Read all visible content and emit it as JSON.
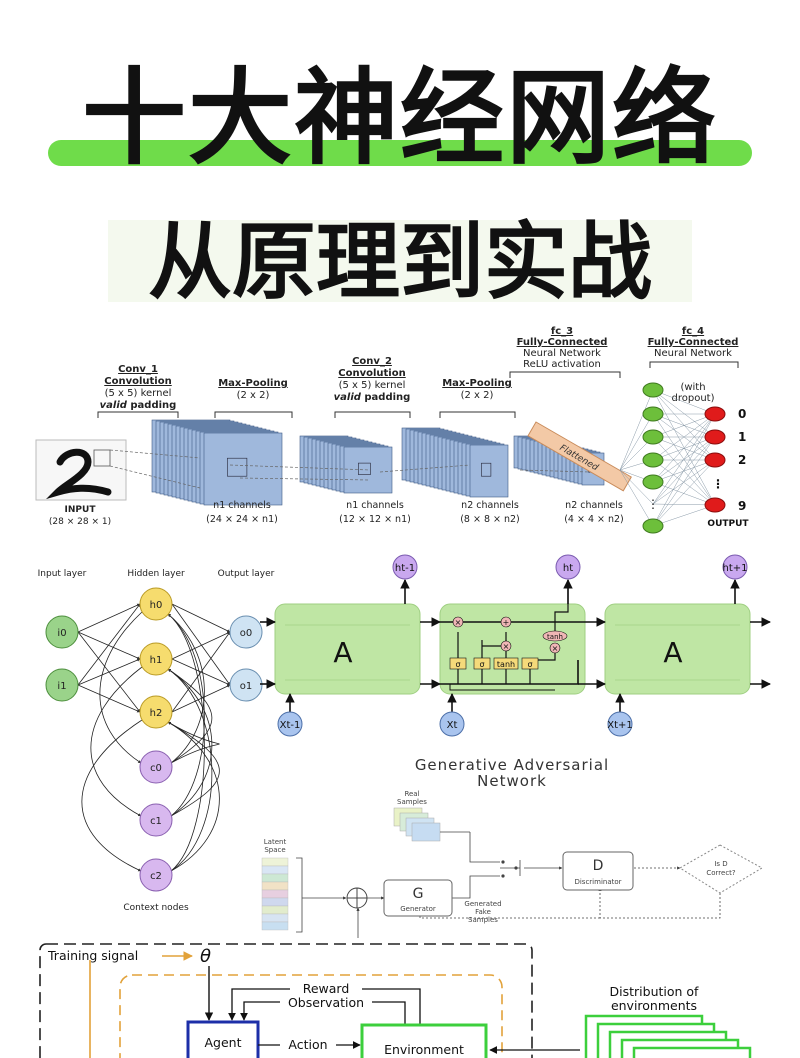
{
  "header": {
    "title_main": "十大神经网络",
    "title_sub": "从原理到实战"
  },
  "cnn": {
    "conv1": {
      "name": "Conv_1",
      "type": "Convolution",
      "kernel": "(5 x 5) kernel",
      "pad_word": "valid",
      "pad_rest": " padding"
    },
    "pool1": {
      "name": "Max-Pooling",
      "size": "(2 x 2)"
    },
    "conv2": {
      "name": "Conv_2",
      "type": "Convolution",
      "kernel": "(5 x 5) kernel",
      "pad_word": "valid",
      "pad_rest": " padding"
    },
    "pool2": {
      "name": "Max-Pooling",
      "size": "(2 x 2)"
    },
    "fc3": {
      "name": "fc_3",
      "type": "Fully-Connected",
      "line1": "Neural Network",
      "line2": "ReLU activation"
    },
    "fc4": {
      "name": "fc_4",
      "type": "Fully-Connected",
      "line1": "Neural Network",
      "dropout1": "(with",
      "dropout2": "dropout)"
    },
    "input_label": "INPUT",
    "input_dim": "(28 × 28 × 1)",
    "layers": [
      {
        "channels": "n1 channels",
        "dim": "(24 × 24 × n1)"
      },
      {
        "channels": "n1 channels",
        "dim": "(12 × 12 × n1)"
      },
      {
        "channels": "n2 channels",
        "dim": "(8 × 8 × n2)"
      },
      {
        "channels": "n2 channels",
        "dim": "(4 × 4 × n2)"
      }
    ],
    "flattened": "Flattened",
    "outputs": [
      "0",
      "1",
      "2",
      "⋮",
      "9"
    ],
    "output_label": "OUTPUT",
    "colors": {
      "block": "#9fb8dc",
      "node_green": "#6dbf3b",
      "node_red": "#e01b1b"
    }
  },
  "rnn": {
    "input_layer": "Input layer",
    "hidden_layer": "Hidden layer",
    "output_layer": "Output layer",
    "inputs": [
      "i0",
      "i1"
    ],
    "hidden": [
      "h0",
      "h1",
      "h2"
    ],
    "outputs": [
      "o0",
      "o1"
    ],
    "context": [
      "c0",
      "c1",
      "c2"
    ],
    "context_label": "Context nodes"
  },
  "lstm": {
    "cell_label": "A",
    "outputs": [
      "ht-1",
      "ht",
      "ht+1"
    ],
    "inputs": [
      "Xt-1",
      "Xt",
      "Xt+1"
    ],
    "gates": [
      "σ",
      "σ",
      "tanh",
      "σ"
    ],
    "ops": [
      "×",
      "+",
      "×",
      "×"
    ],
    "tanh_label": "tanh",
    "colors": {
      "cell": "#bfe6a4",
      "gate": "#f5da7a",
      "node": "#c9a8ef"
    }
  },
  "gan": {
    "title1": "Generative Adversarial",
    "title2": "Network",
    "real_samples1": "Real",
    "real_samples2": "Samples",
    "latent1": "Latent",
    "latent2": "Space",
    "generator_letter": "G",
    "generator": "Generator",
    "fake1": "Generated",
    "fake2": "Fake",
    "fake3": "Samples",
    "discriminator_letter": "D",
    "discriminator": "Discriminator",
    "correct1": "Is D",
    "correct2": "Correct?"
  },
  "rl": {
    "training_signal": "Training signal",
    "theta": "θ",
    "reward": "Reward",
    "observation": "Observation",
    "agent": "Agent",
    "action": "Action",
    "environment": "Environment",
    "distribution1": "Distribution of",
    "distribution2": "environments"
  }
}
